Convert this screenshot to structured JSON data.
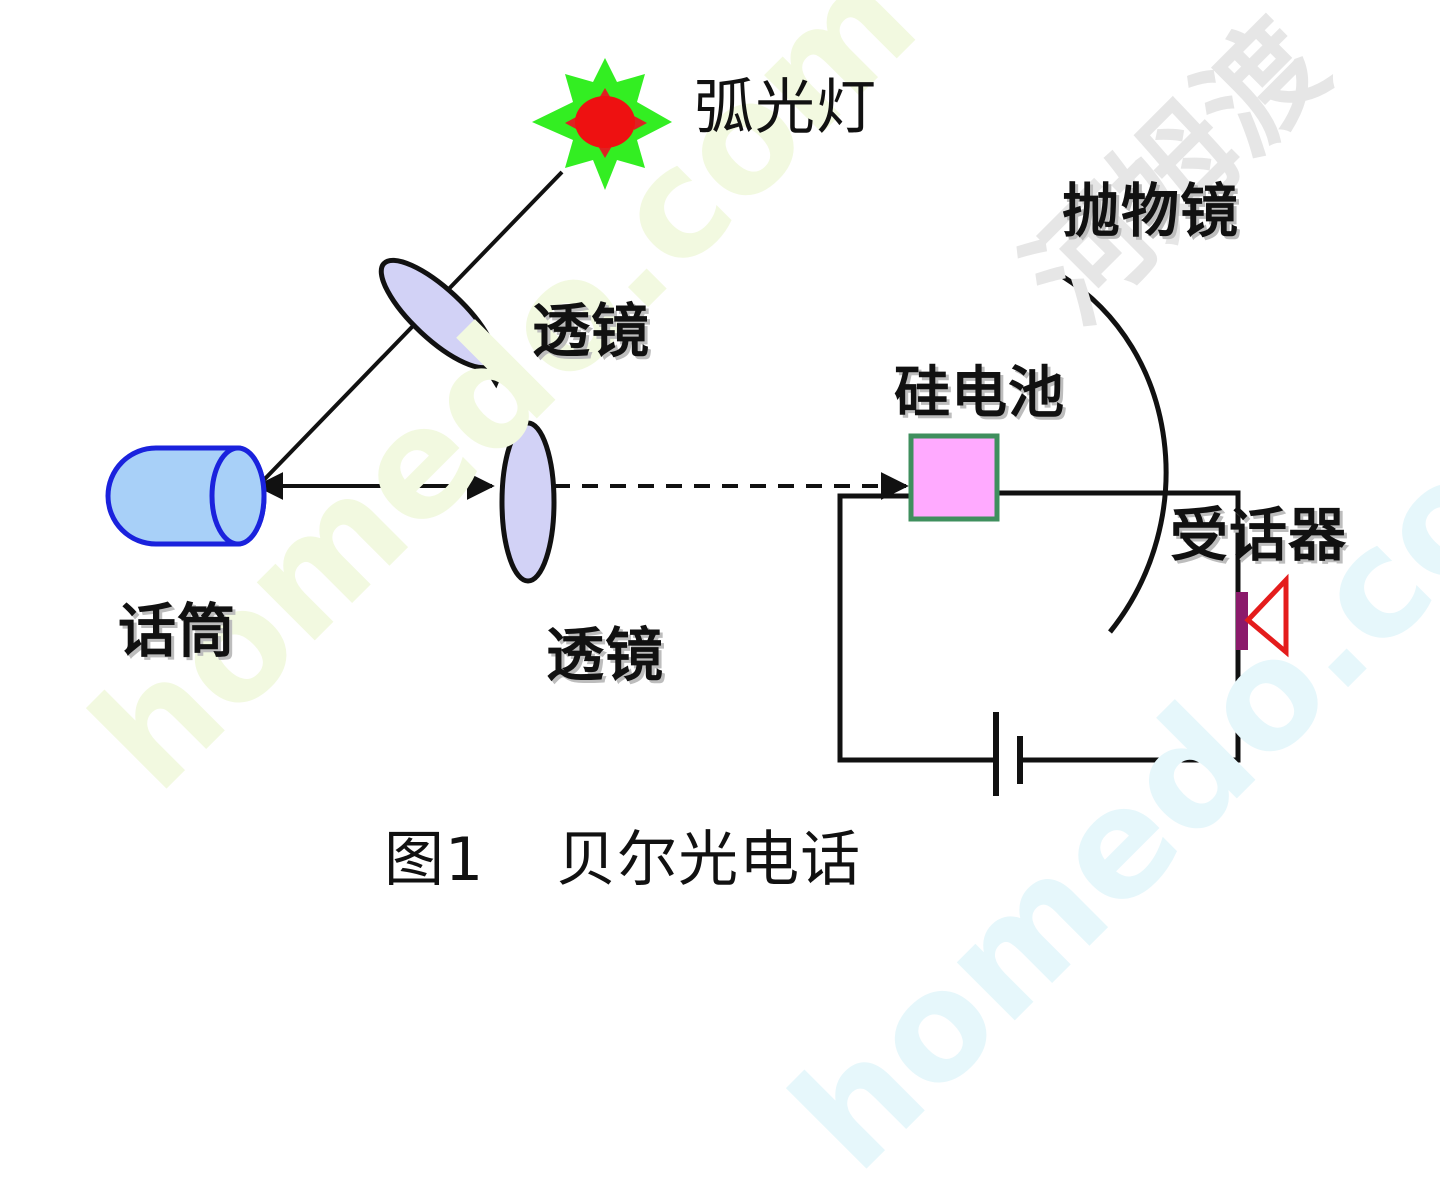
{
  "watermark": {
    "text_1": "homedo.com",
    "text_2": "homedo.com",
    "text_3": "河姆渡",
    "color_green": "#f2f9e0",
    "color_blue": "#e6f7fb",
    "color_gray": "#e6e6e6"
  },
  "labels": {
    "arc_lamp": "弧光灯",
    "lens_upper": "透镜",
    "lens_lower": "透镜",
    "microphone": "话筒",
    "silicon_cell": "硅电池",
    "parabolic_mirror": "抛物镜",
    "receiver": "受话器"
  },
  "caption": {
    "figure_number": "图1",
    "title": "贝尔光电话"
  },
  "colors": {
    "line": "#111111",
    "lamp_star": "#33ee22",
    "lamp_core": "#ee1111",
    "lamp_marks": "#dd2222",
    "lens_fill": "#d2d2f6",
    "mic_body": "#a8d0f8",
    "mic_outline": "#1a22dd",
    "cell_fill": "#ffaaff",
    "cell_border": "#3f8f5e",
    "receiver_plate": "#8b1a6b",
    "receiver_horn": "#e41c1c"
  }
}
